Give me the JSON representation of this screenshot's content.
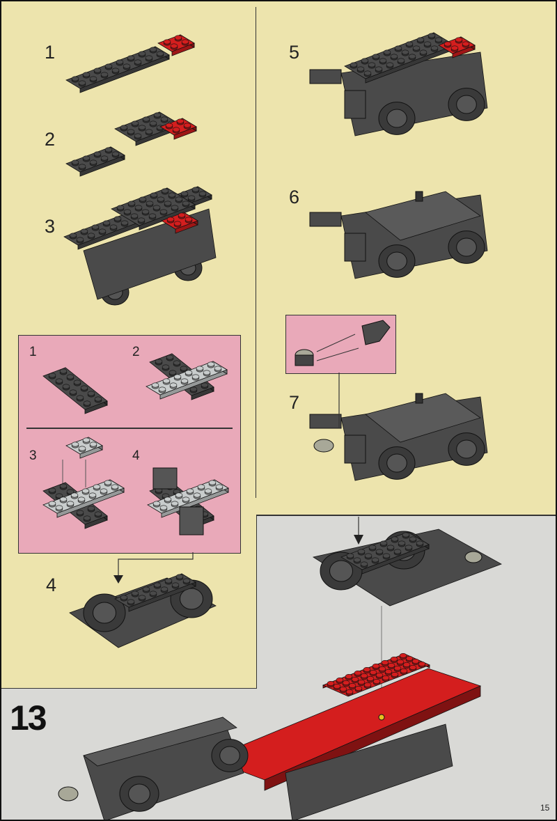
{
  "steps_left": [
    "1",
    "2",
    "3",
    "4"
  ],
  "steps_right": [
    "5",
    "6",
    "7"
  ],
  "substeps": [
    "1",
    "2",
    "3",
    "4"
  ],
  "main_step": "13",
  "page_number": "15",
  "colors": {
    "panel": "#ede4ad",
    "inset": "#e9a9b9",
    "background": "#d9d9d6",
    "brick_dark": "#4a4a4a",
    "brick_light": "#c8cccc",
    "brick_red": "#d41e1e"
  }
}
